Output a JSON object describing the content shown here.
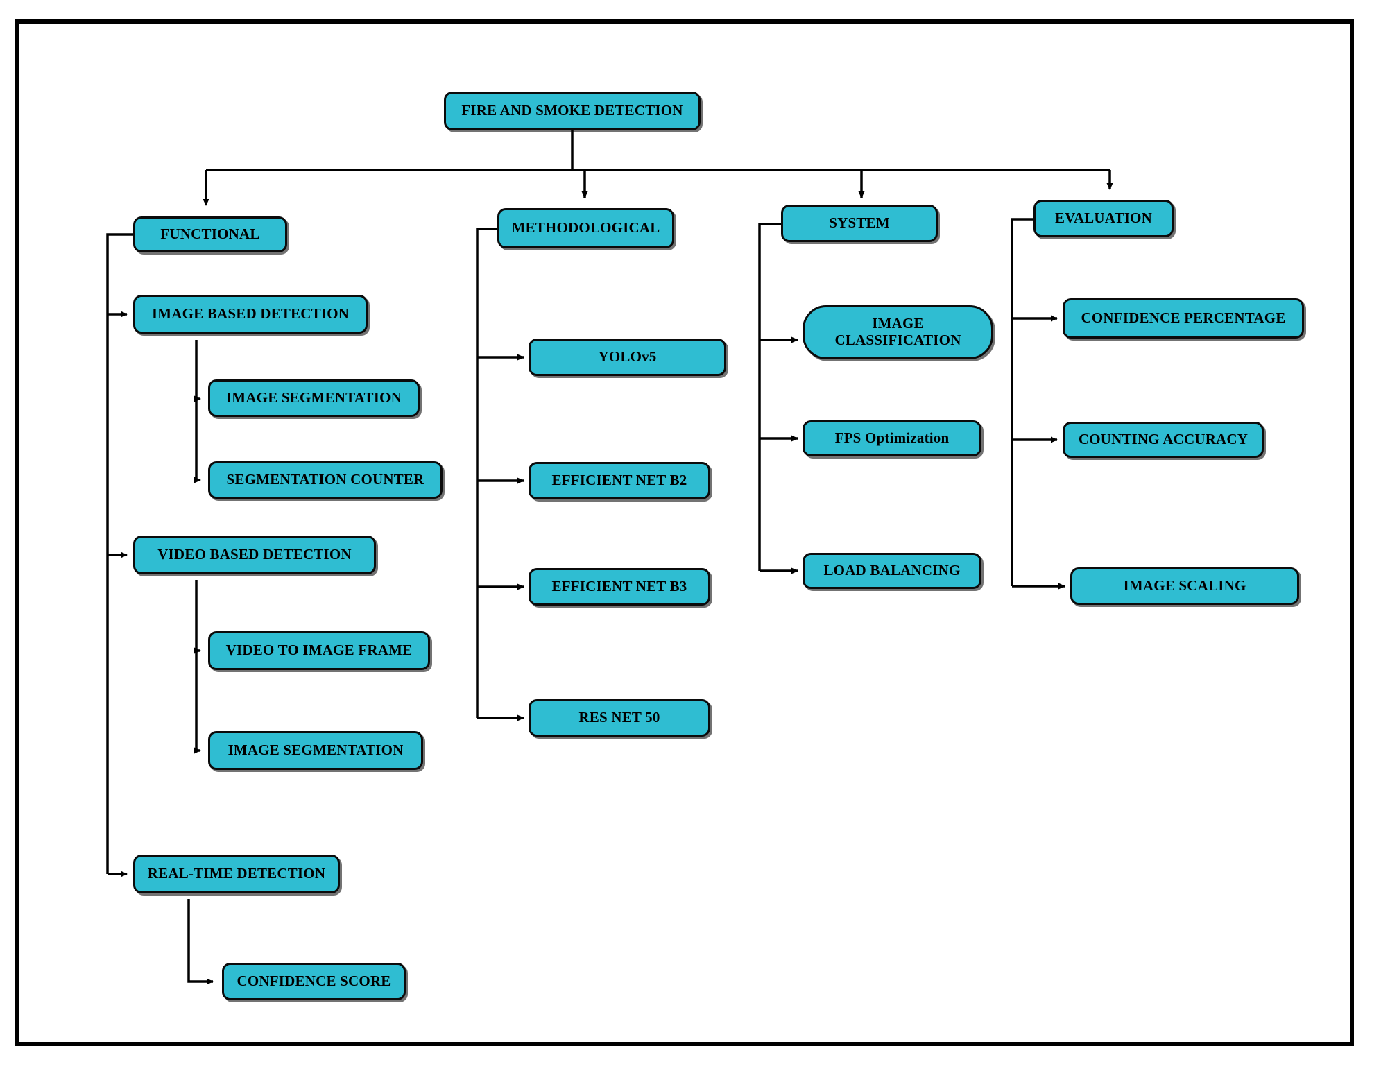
{
  "diagram": {
    "title_node": {
      "label": "FIRE AND SMOKE DETECTION"
    },
    "colors": {
      "node_fill": "#2FBDD2",
      "node_border": "#0B0B0B",
      "connector": "#000000",
      "frame": "#000000",
      "background": "#FFFFFF"
    },
    "branches": [
      {
        "key": "functional",
        "label": "FUNCTIONAL",
        "children": [
          {
            "key": "image-based-detection",
            "label": "IMAGE BASED DETECTION",
            "children": [
              {
                "key": "image-segmentation-1",
                "label": "IMAGE SEGMENTATION"
              },
              {
                "key": "segmentation-counter",
                "label": "SEGMENTATION COUNTER"
              }
            ]
          },
          {
            "key": "video-based-detection",
            "label": "VIDEO BASED DETECTION",
            "children": [
              {
                "key": "video-to-image-frame",
                "label": "VIDEO TO IMAGE FRAME"
              },
              {
                "key": "image-segmentation-2",
                "label": "IMAGE SEGMENTATION"
              }
            ]
          },
          {
            "key": "real-time-detection",
            "label": "REAL-TIME DETECTION",
            "children": [
              {
                "key": "confidence-score",
                "label": "CONFIDENCE SCORE"
              }
            ]
          }
        ]
      },
      {
        "key": "methodological",
        "label": "METHODOLOGICAL",
        "children": [
          {
            "key": "yolov5",
            "label": "YOLOv5"
          },
          {
            "key": "efficient-net-b2",
            "label": "EFFICIENT NET B2"
          },
          {
            "key": "efficient-net-b3",
            "label": "EFFICIENT NET B3"
          },
          {
            "key": "res-net-50",
            "label": "RES NET 50"
          }
        ]
      },
      {
        "key": "system",
        "label": "SYSTEM",
        "children": [
          {
            "key": "image-classification",
            "label": "IMAGE CLASSIFICATION"
          },
          {
            "key": "fps-optimization",
            "label": "FPS Optimization"
          },
          {
            "key": "load-balancing",
            "label": "LOAD BALANCING"
          }
        ]
      },
      {
        "key": "evaluation",
        "label": "EVALUATION",
        "children": [
          {
            "key": "confidence-percentage",
            "label": "CONFIDENCE PERCENTAGE"
          },
          {
            "key": "counting-accuracy",
            "label": "COUNTING ACCURACY"
          },
          {
            "key": "image-scaling",
            "label": "IMAGE SCALING"
          }
        ]
      }
    ]
  }
}
